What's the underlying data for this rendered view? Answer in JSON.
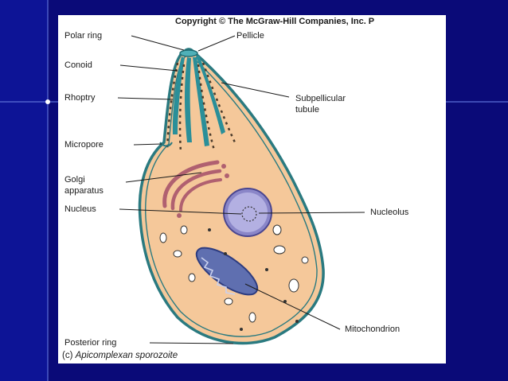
{
  "figure": {
    "copyright": "Copyright © The McGraw-Hill Companies, Inc. P",
    "caption_prefix": "(c)",
    "caption_title": "Apicomplexan sporozoite"
  },
  "labels": {
    "polar_ring": "Polar ring",
    "pellicle": "Pellicle",
    "conoid": "Conoid",
    "rhoptry": "Rhoptry",
    "subpellicular_line1": "Subpellicular",
    "subpellicular_line2": "tubule",
    "micropore": "Micropore",
    "golgi_line1": "Golgi",
    "golgi_line2": "apparatus",
    "nucleus": "Nucleus",
    "nucleolus": "Nucleolus",
    "mitochondrion": "Mitochondrion",
    "posterior_ring": "Posterior ring"
  },
  "colors": {
    "slide_background": "#0a0a78",
    "cell_fill": "#f5c89a",
    "pellicle": "#2a7a80",
    "golgi": "#b06070",
    "nucleus": "#8a86c8",
    "mitochondrion": "#5f6fb0"
  }
}
